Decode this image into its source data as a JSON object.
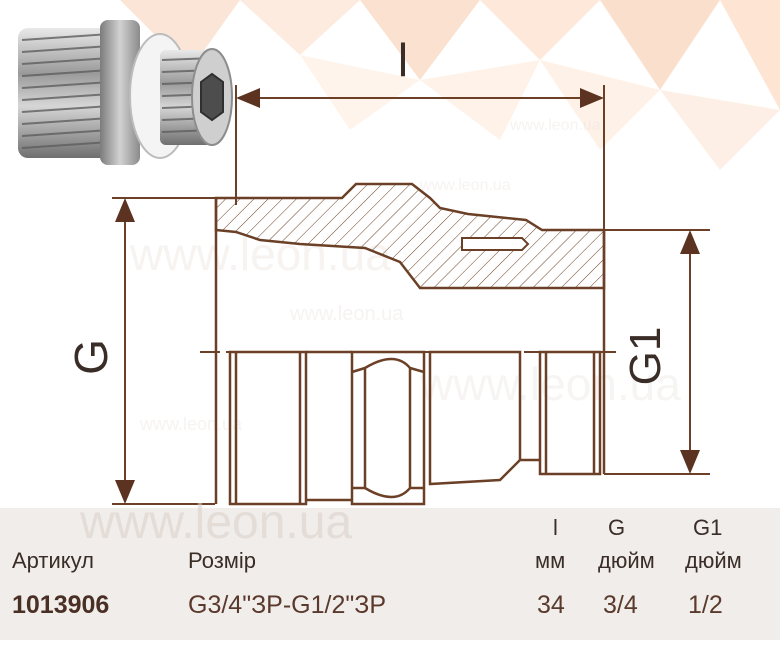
{
  "drawing": {
    "dim_l": "l",
    "dim_g": "G",
    "dim_g1": "G1",
    "watermark": "www.leon.ua"
  },
  "table": {
    "headers": {
      "article": "Артикул",
      "size": "Розмір",
      "l_symbol": "l",
      "l_unit": "мм",
      "g_symbol": "G",
      "g_unit": "дюйм",
      "g1_symbol": "G1",
      "g1_unit": "дюйм"
    },
    "row": {
      "article": "1013906",
      "size": "G3/4\"ЗР-G1/2\"ЗР",
      "l": "34",
      "g": "3/4",
      "g1": "1/2"
    }
  },
  "colors": {
    "line": "#6b4026",
    "arrow": "#5b3320",
    "band": "#f1edea",
    "text": "#3a2d27"
  }
}
